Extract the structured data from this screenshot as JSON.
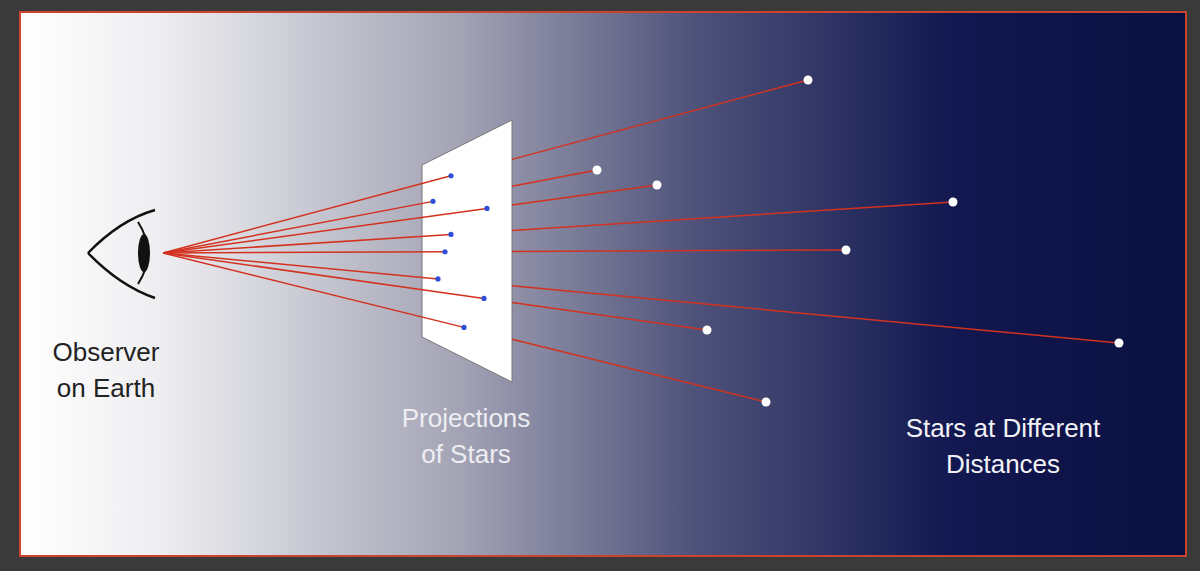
{
  "diagram": {
    "labels": [
      "Observer on Earth",
      "Projections of Stars",
      "Stars at Different Distances"
    ]
  }
}
